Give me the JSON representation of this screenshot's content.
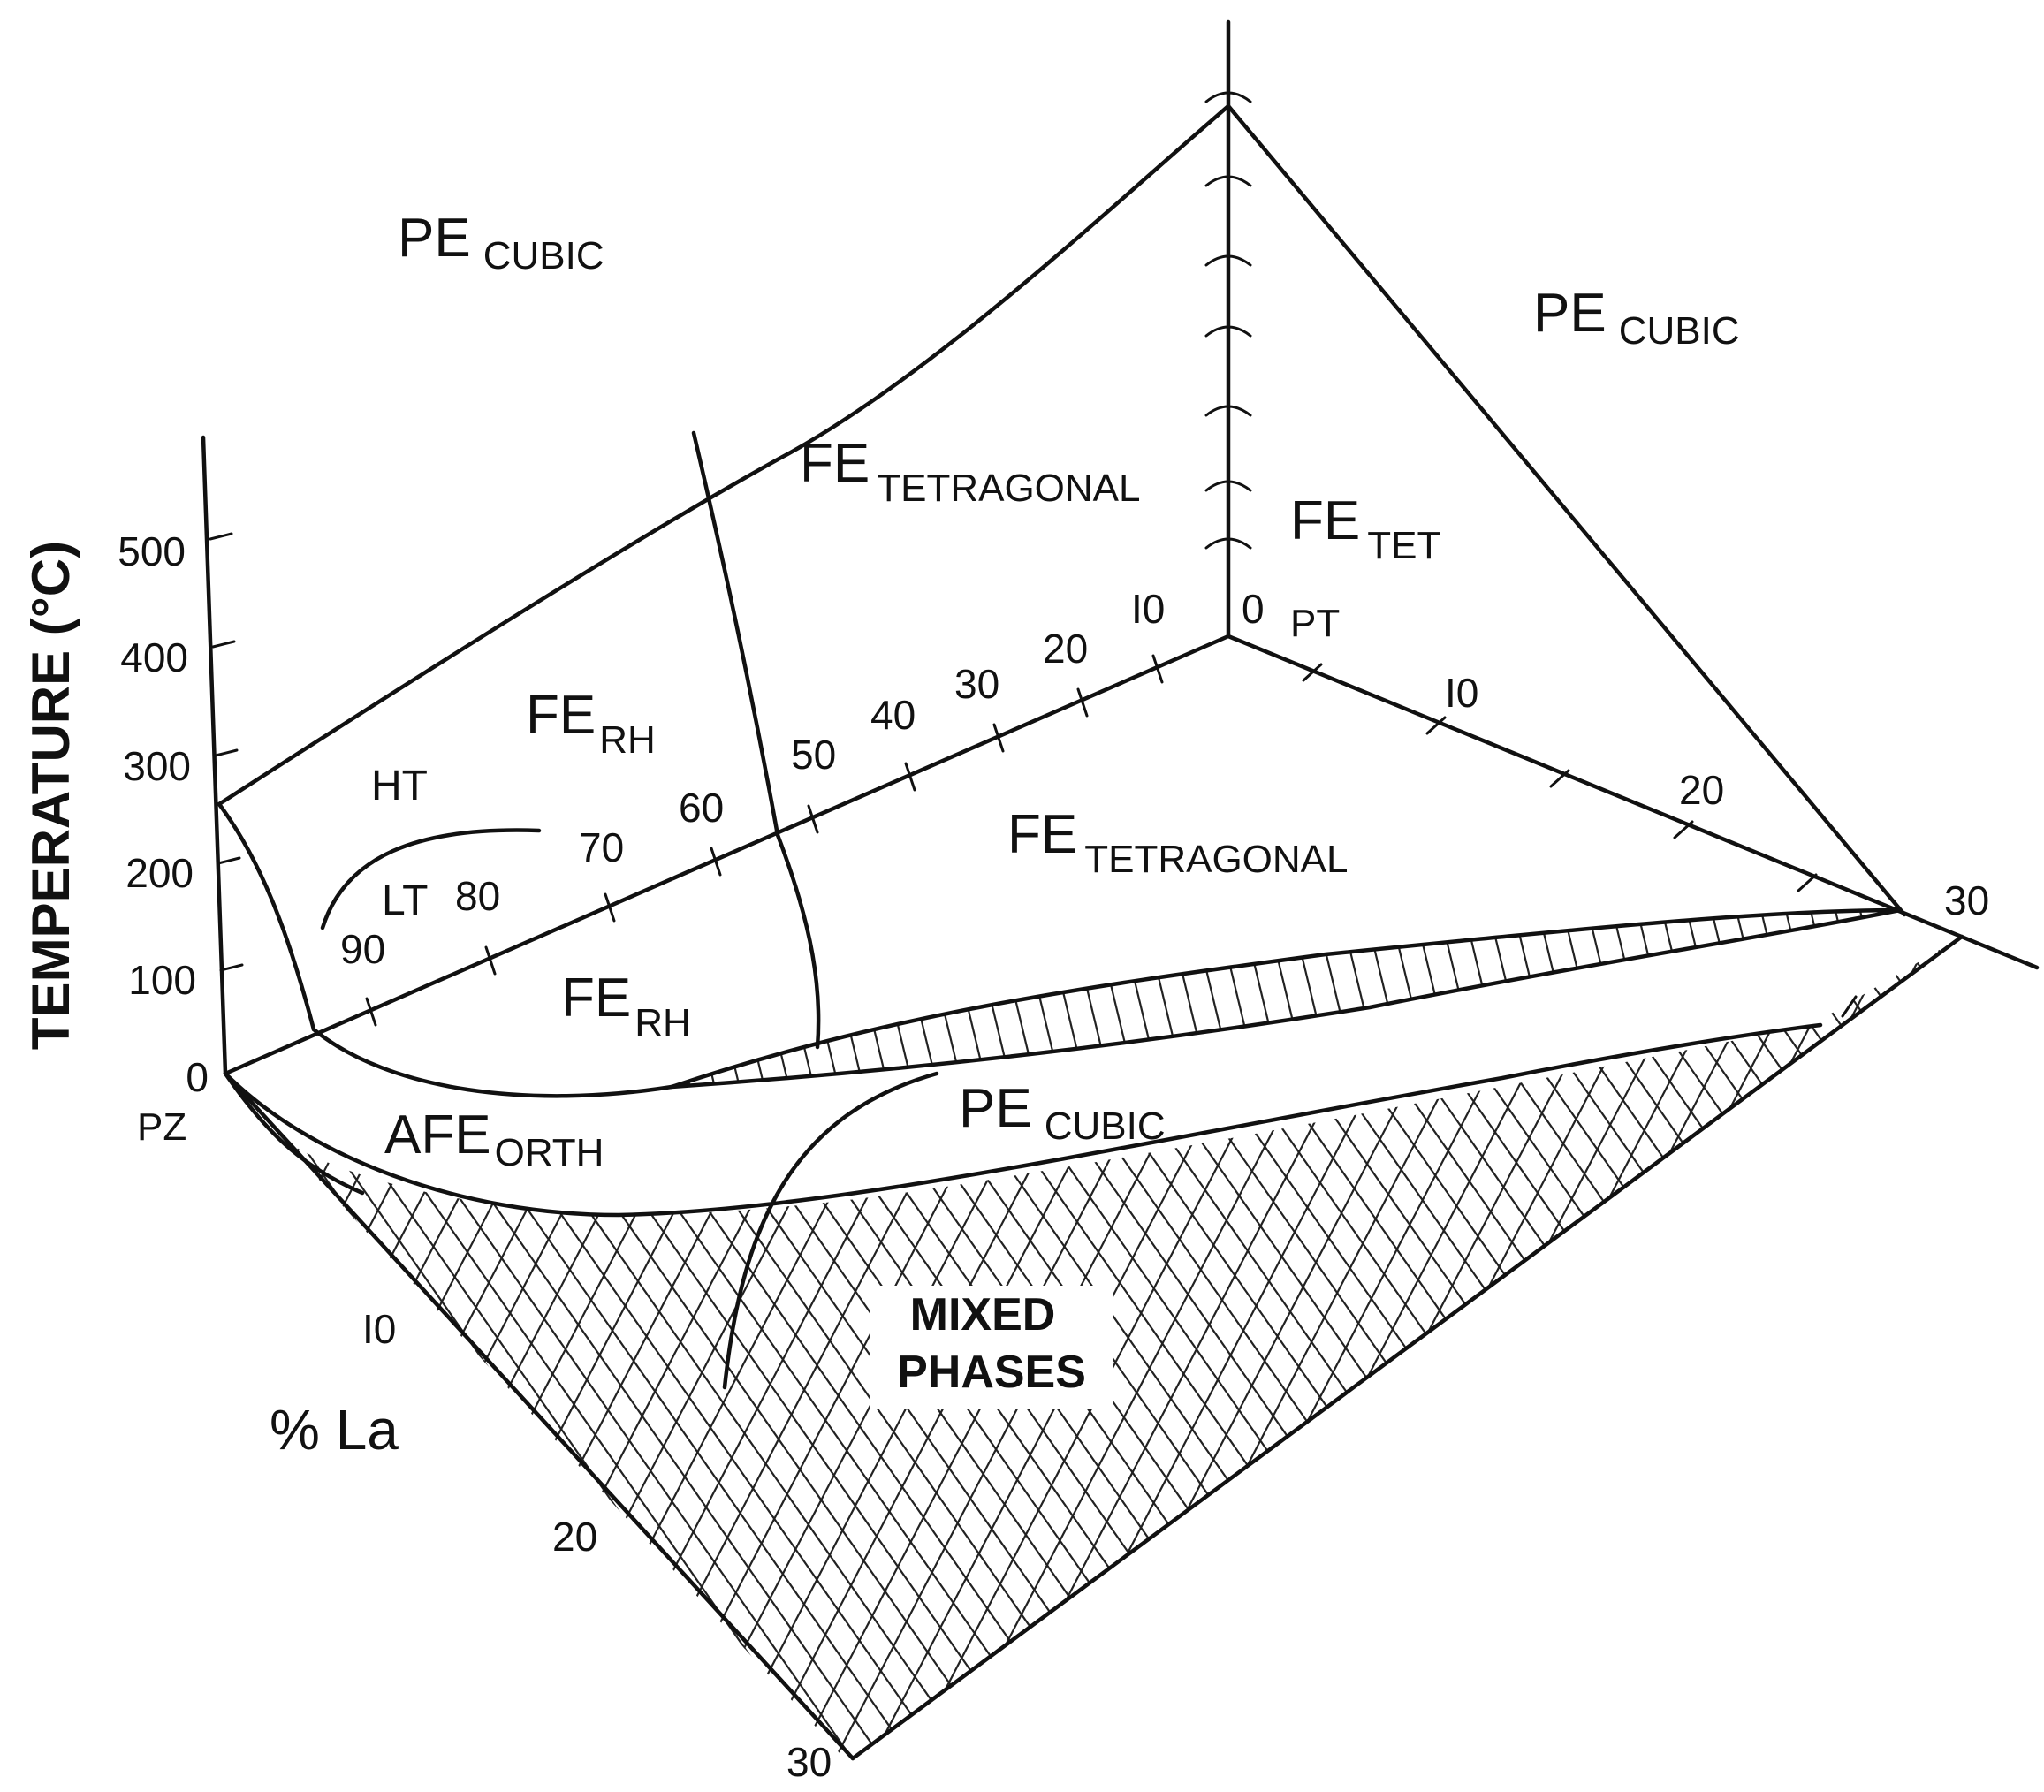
{
  "axes": {
    "temperature_title": "TEMPERATURE (°C)",
    "temperature_ticks": [
      "500",
      "400",
      "300",
      "200",
      "100",
      "0"
    ],
    "la_title": "% La",
    "la_ticks": [
      "I0",
      "20",
      "30"
    ],
    "pz_label": "PZ",
    "pt_label": "PT",
    "pz_pt_ticks": [
      "90",
      "80",
      "70",
      "60",
      "50",
      "40",
      "30",
      "20",
      "I0",
      "0"
    ],
    "pt_la_ticks": [
      "I0",
      "20",
      "30"
    ]
  },
  "regions": {
    "pe_cubic_left": {
      "main": "PE",
      "sub": "CUBIC"
    },
    "pe_cubic_right": {
      "main": "PE",
      "sub": "CUBIC"
    },
    "fe_tetragonal_top": {
      "main": "FE",
      "sub": "TETRAGONAL"
    },
    "fe_tet": {
      "main": "FE",
      "sub": "TET"
    },
    "fe_rh_upper": {
      "main": "FE",
      "sub": "RH"
    },
    "ht": "HT",
    "lt": "LT",
    "fe_rh_lower": {
      "main": "FE",
      "sub": "RH"
    },
    "fe_tetragonal_bottom": {
      "main": "FE",
      "sub": "TETRAGONAL"
    },
    "afe_orth": {
      "main": "AFE",
      "sub": "ORTH"
    },
    "pe_cubic_bottom": {
      "main": "PE",
      "sub": "CUBIC"
    },
    "mixed_phases_line1": "MIXED",
    "mixed_phases_line2": "PHASES"
  }
}
